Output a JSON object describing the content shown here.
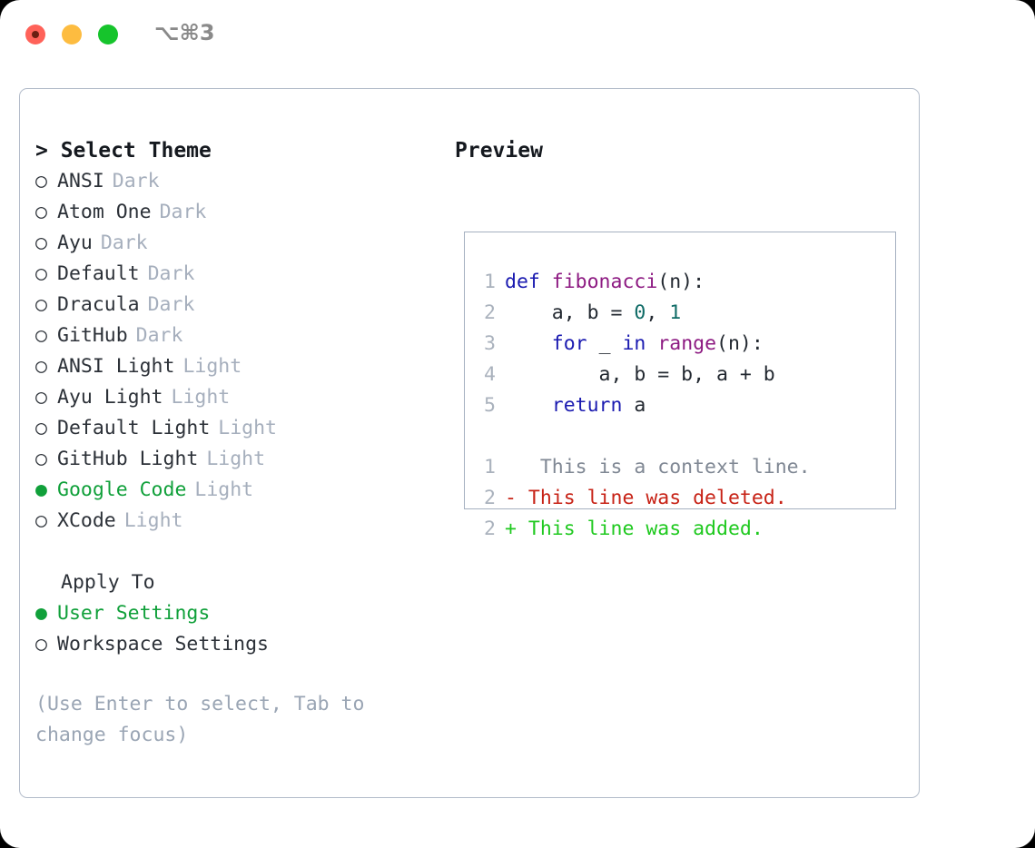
{
  "window": {
    "shortcut_label": "⌥⌘3",
    "traffic_lights": [
      "close-button",
      "minimize-button",
      "maximize-button"
    ],
    "colors": {
      "close": "#ff6259",
      "minimize": "#fdbc40",
      "maximize": "#16c42c",
      "panel_border": "#b3bcca",
      "selection_green": "#10a03a",
      "tag_gray": "#a6afbd",
      "hint_gray": "#9aa5b4"
    }
  },
  "theme_picker": {
    "title": "> Select Theme",
    "options": [
      {
        "bullet": "○",
        "name": "ANSI",
        "tag": "Dark",
        "selected": false
      },
      {
        "bullet": "○",
        "name": "Atom One",
        "tag": "Dark",
        "selected": false
      },
      {
        "bullet": "○",
        "name": "Ayu",
        "tag": "Dark",
        "selected": false
      },
      {
        "bullet": "○",
        "name": "Default",
        "tag": "Dark",
        "selected": false
      },
      {
        "bullet": "○",
        "name": "Dracula",
        "tag": "Dark",
        "selected": false
      },
      {
        "bullet": "○",
        "name": "GitHub",
        "tag": "Dark",
        "selected": false
      },
      {
        "bullet": "○",
        "name": "ANSI Light",
        "tag": "Light",
        "selected": false
      },
      {
        "bullet": "○",
        "name": "Ayu Light",
        "tag": "Light",
        "selected": false
      },
      {
        "bullet": "○",
        "name": "Default Light",
        "tag": "Light",
        "selected": false
      },
      {
        "bullet": "○",
        "name": "GitHub Light",
        "tag": "Light",
        "selected": false
      },
      {
        "bullet": "●",
        "name": "Google Code",
        "tag": "Light",
        "selected": true
      },
      {
        "bullet": "○",
        "name": "XCode",
        "tag": "Light",
        "selected": false
      }
    ]
  },
  "apply_to": {
    "title": "Apply To",
    "options": [
      {
        "bullet": "●",
        "name": "User Settings",
        "selected": true
      },
      {
        "bullet": "○",
        "name": "Workspace Settings",
        "selected": false
      }
    ]
  },
  "hint": "(Use Enter to select, Tab to change focus)",
  "preview": {
    "title": "Preview",
    "code_lines": [
      {
        "no": "1",
        "tokens": [
          {
            "t": "def ",
            "c": "kw"
          },
          {
            "t": "fibonacci",
            "c": "fn"
          },
          {
            "t": "(n):",
            "c": "plain"
          }
        ]
      },
      {
        "no": "2",
        "tokens": [
          {
            "t": "    a, b = ",
            "c": "plain"
          },
          {
            "t": "0",
            "c": "num"
          },
          {
            "t": ", ",
            "c": "plain"
          },
          {
            "t": "1",
            "c": "num"
          }
        ]
      },
      {
        "no": "3",
        "tokens": [
          {
            "t": "    ",
            "c": "plain"
          },
          {
            "t": "for",
            "c": "kw"
          },
          {
            "t": " _ ",
            "c": "plain"
          },
          {
            "t": "in",
            "c": "kw"
          },
          {
            "t": " ",
            "c": "plain"
          },
          {
            "t": "range",
            "c": "fn"
          },
          {
            "t": "(n):",
            "c": "plain"
          }
        ]
      },
      {
        "no": "4",
        "tokens": [
          {
            "t": "        a, b = b, a + b",
            "c": "plain"
          }
        ]
      },
      {
        "no": "5",
        "tokens": [
          {
            "t": "    ",
            "c": "plain"
          },
          {
            "t": "return",
            "c": "kw"
          },
          {
            "t": " a",
            "c": "plain"
          }
        ]
      }
    ],
    "diff_lines": [
      {
        "no": "1",
        "marker": " ",
        "text": "  This is a context line.",
        "kind": "ctx"
      },
      {
        "no": "2",
        "marker": "-",
        "text": " This line was deleted.",
        "kind": "del"
      },
      {
        "no": "2",
        "marker": "+",
        "text": " This line was added.",
        "kind": "add"
      }
    ],
    "syntax_colors": {
      "keyword": "#1a1ab0",
      "function": "#8d1a82",
      "number": "#0f6b66",
      "plain": "#222830",
      "lineno": "#aab2bd",
      "context": "#808894",
      "deleted": "#c72216",
      "added": "#1fc91f"
    }
  }
}
